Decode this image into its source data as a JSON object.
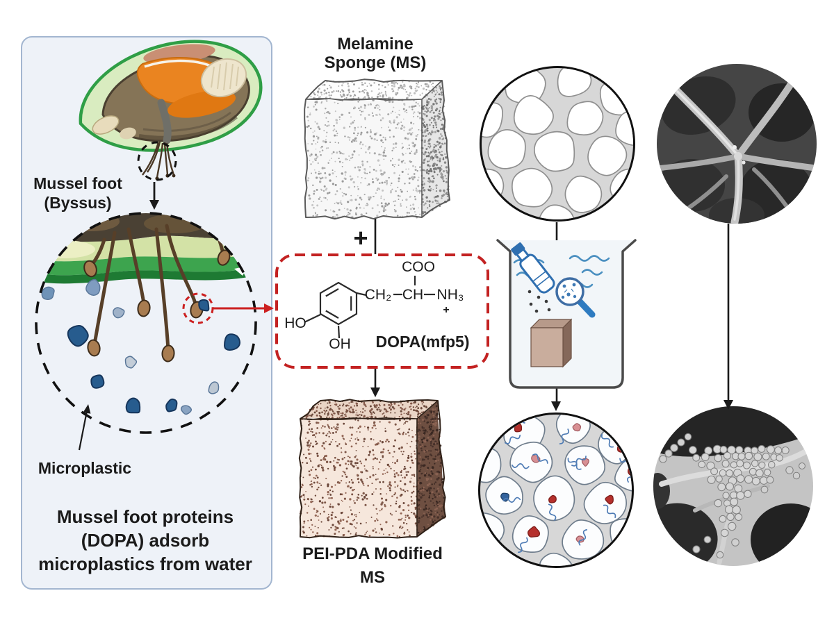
{
  "figure": {
    "left_panel": {
      "mussel_foot_label_lines": [
        "Mussel foot",
        "(Byssus)"
      ],
      "microplastic_label": "Microplastic",
      "caption_lines": [
        "Mussel foot proteins",
        "(DOPA) adsorb",
        "microplastics from water"
      ]
    },
    "process": {
      "melamine_title_lines": [
        "Melamine",
        "Sponge (MS)"
      ],
      "plus_sign": "+",
      "dopa": {
        "label": "DOPA(mfp5)",
        "coo": "COO",
        "ch2": "CH₂",
        "ch": "CH",
        "nh3": "NH₃",
        "charge": "+",
        "ho": "HO",
        "oh": "OH"
      },
      "modified_title_lines": [
        "PEI-PDA Modified",
        "MS"
      ]
    },
    "colors": {
      "panel_bg": "#eef2f8",
      "panel_border": "#a3b6d0",
      "dopa_box_red": "#c32222",
      "arrow_black": "#1a1a1a",
      "mussel_green": "#2f9e46",
      "microplastic_navy": "#275c8e",
      "sponge_brown": "#7d5647",
      "water_blue": "#4a8fc0"
    }
  }
}
